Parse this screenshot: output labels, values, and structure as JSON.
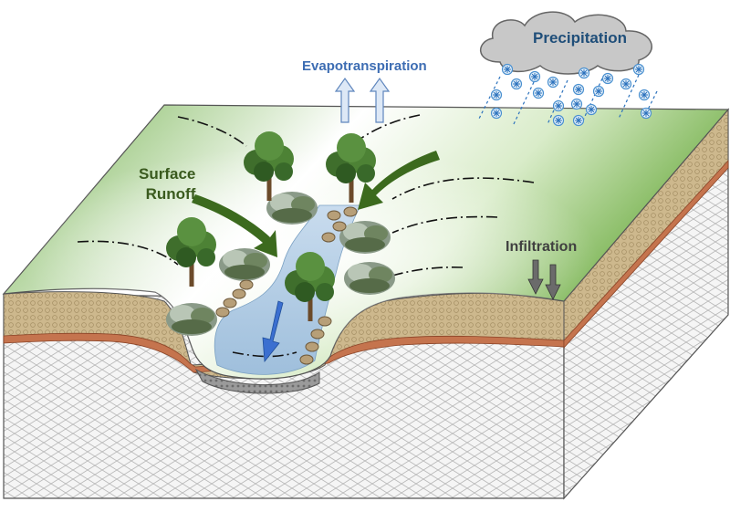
{
  "labels": {
    "precipitation": "Precipitation",
    "evapotranspiration": "Evapotranspiration",
    "surface_runoff_line1": "Surface",
    "surface_runoff_line2": "Runoff",
    "infiltration": "Infiltration"
  },
  "colors": {
    "precipitation_text": "#1f4e79",
    "evapotranspiration_text": "#3d6db3",
    "runoff_text": "#3a5a1e",
    "infiltration_text": "#404040",
    "ground_green": "#8cc36a",
    "ground_light": "#ffffff",
    "soil": "#c9b489",
    "soil_red_band": "#b5603a",
    "bedrock": "#f0f0f0",
    "water": "#a8c6e0",
    "runoff_arrow": "#3c6a1e",
    "flow_arrow": "#3b6fd0",
    "evapo_arrow_fill": "#dde8f6",
    "cloud": "#c8c8c8",
    "snowflake": "#4a90d0",
    "infiltration_arrow": "#6b6b6b"
  },
  "icons": [
    "cloud-icon",
    "snowflake-icon",
    "tree-icon",
    "shrub-icon",
    "rock-icon",
    "arrow-icon"
  ]
}
